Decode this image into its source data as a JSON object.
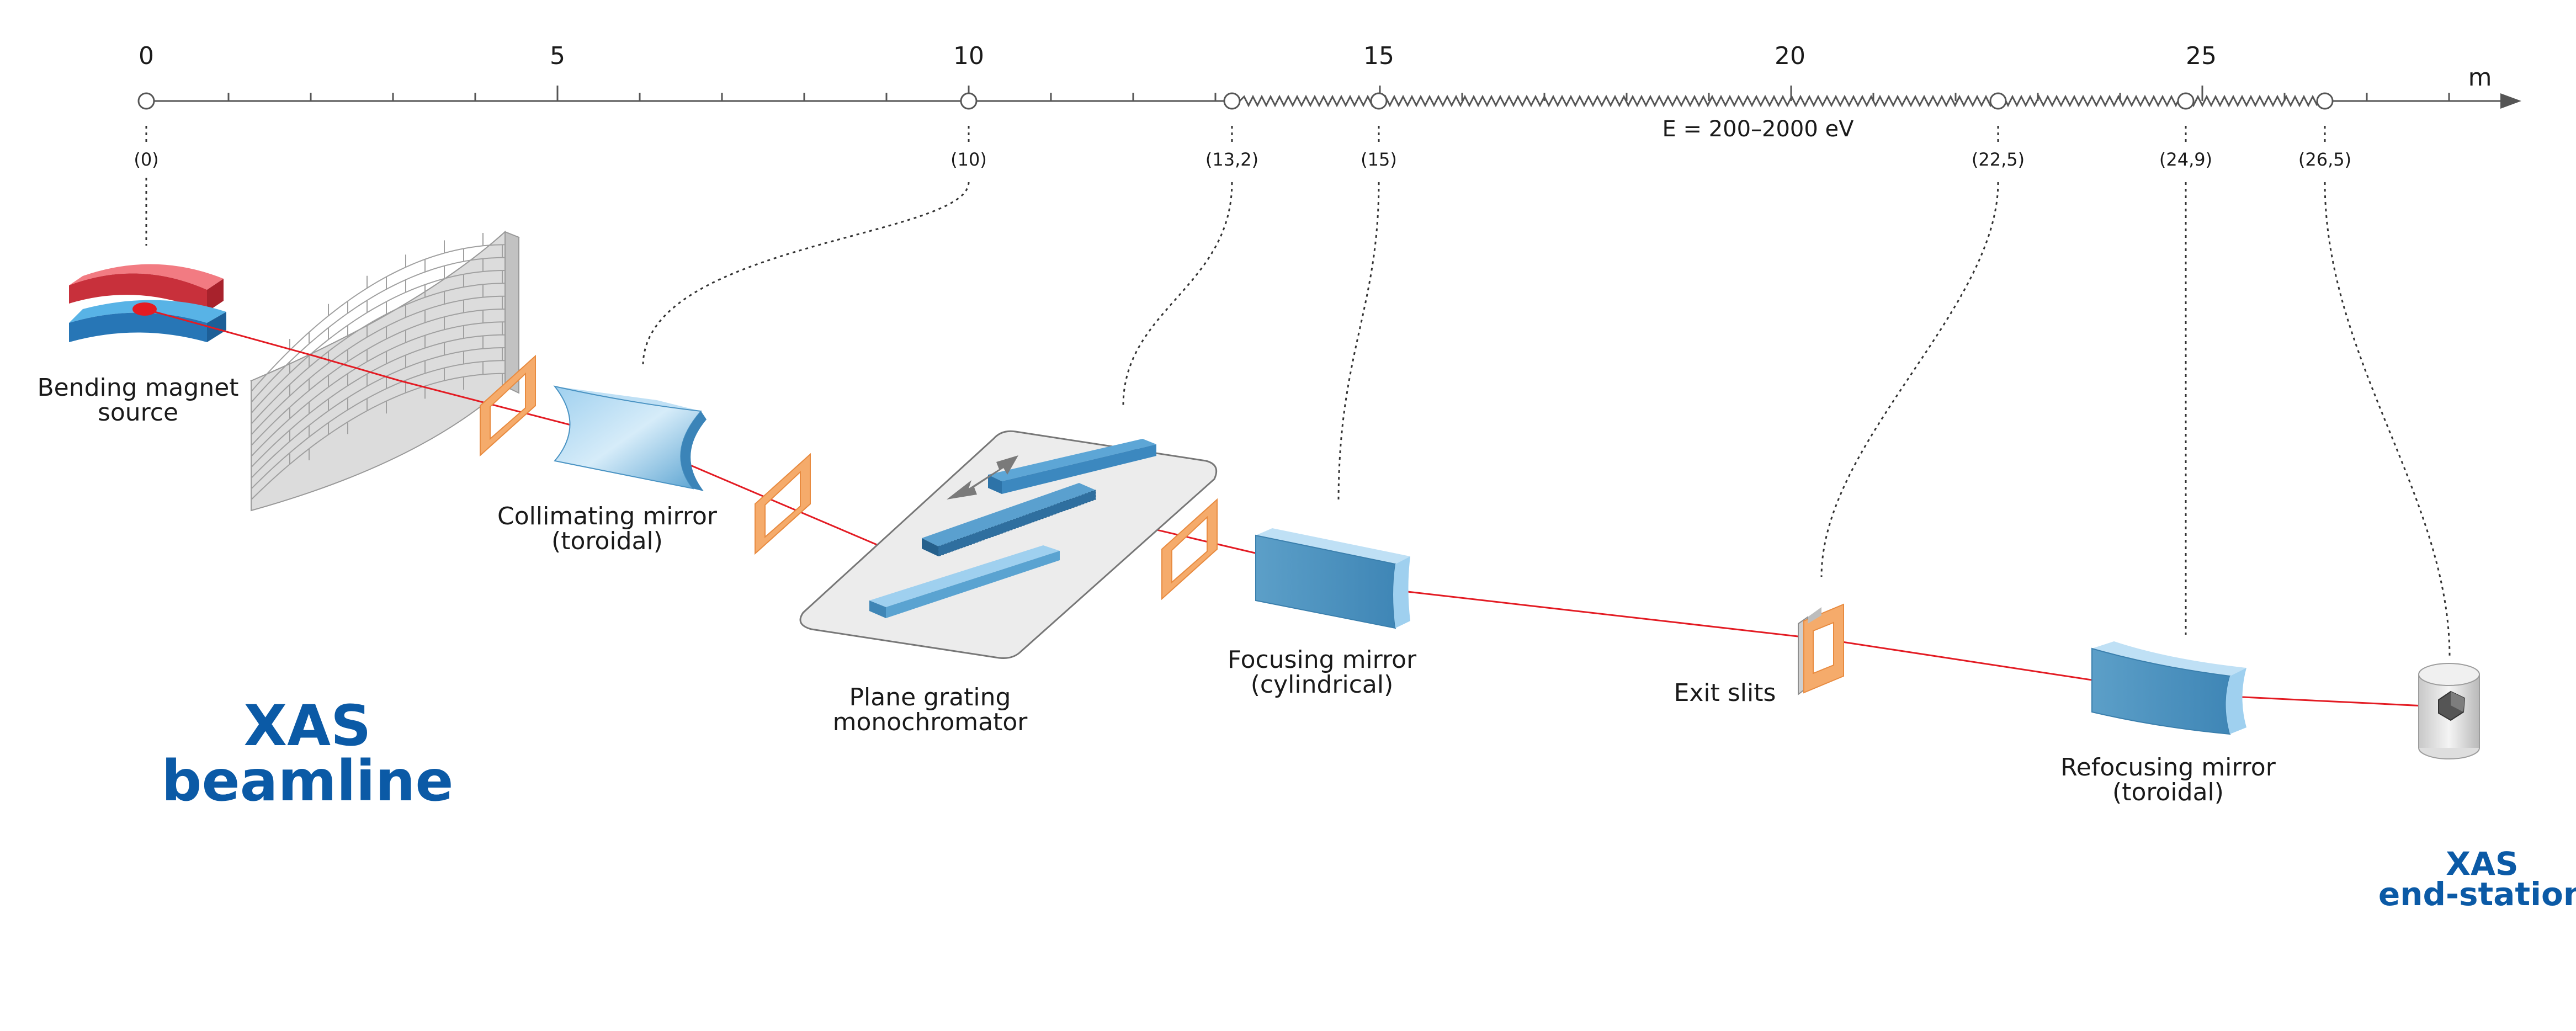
{
  "title": {
    "line1": "XAS",
    "line2": "beamline"
  },
  "endstation": {
    "line1": "XAS",
    "line2": "end-station"
  },
  "axis": {
    "unit": "m",
    "ticks": [
      "0",
      "5",
      "10",
      "15",
      "20",
      "25"
    ],
    "energy_label": "E = 200–2000 eV"
  },
  "positions": [
    "(0)",
    "(10)",
    "(13,2)",
    "(15)",
    "(22,5)",
    "(24,9)",
    "(26,5)"
  ],
  "components": {
    "source": {
      "line1": "Bending magnet",
      "line2": "source"
    },
    "collimating": {
      "line1": "Collimating mirror",
      "line2": "(toroidal)"
    },
    "grating": {
      "line1": "Plane grating",
      "line2": "monochromator"
    },
    "focusing": {
      "line1": "Focusing mirror",
      "line2": "(cylindrical)"
    },
    "slits": {
      "line1": "Exit slits"
    },
    "refocusing": {
      "line1": "Refocusing mirror",
      "line2": "(toroidal)"
    }
  },
  "colors": {
    "title_blue": "#0b5aa6",
    "beam_red": "#e31b23",
    "slit_orange": "#f3a96a",
    "mirror_blue": "#6fb3da",
    "magnet_red": "#e85a63",
    "magnet_blue": "#2f8fcd"
  }
}
